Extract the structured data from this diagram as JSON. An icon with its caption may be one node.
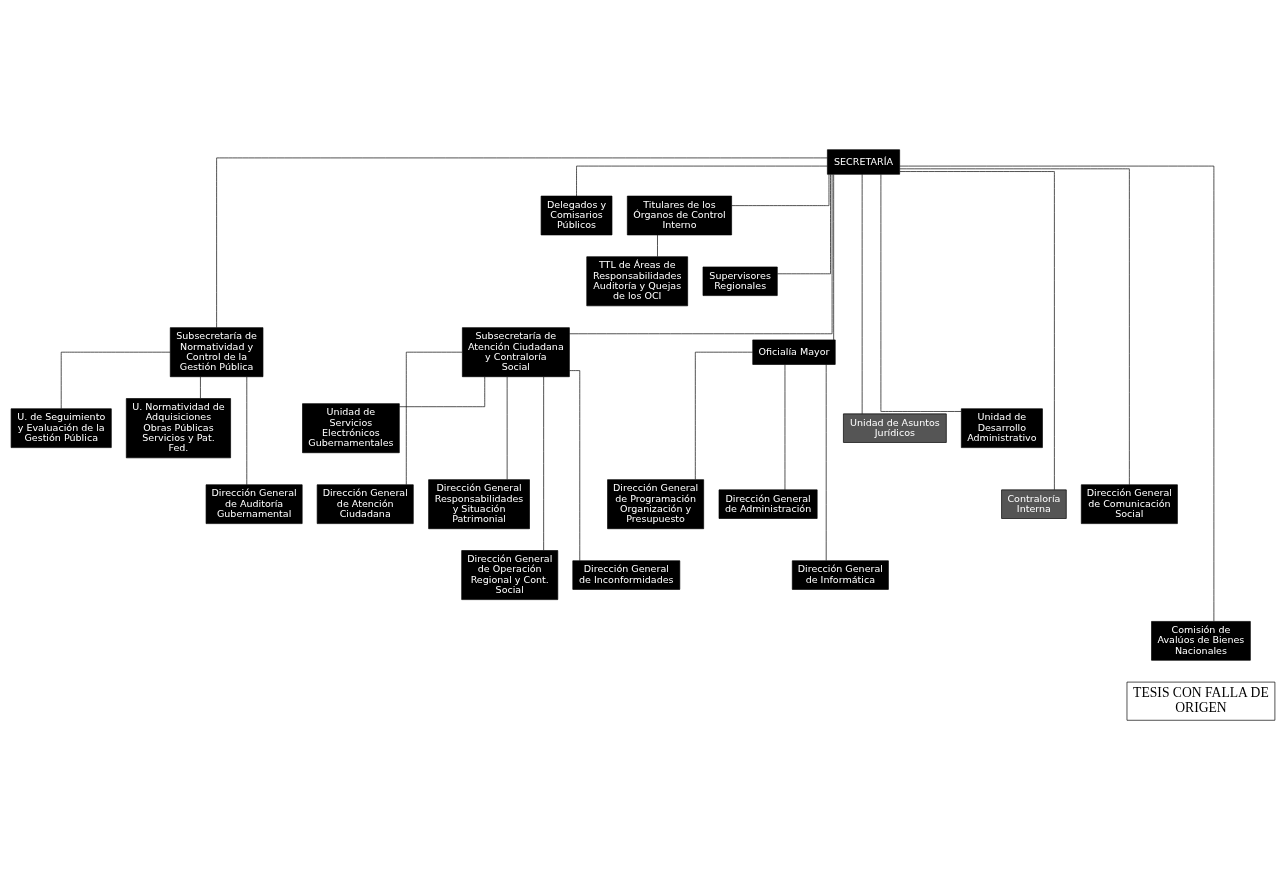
{
  "diagram": {
    "nodes": [
      {
        "text": [
          "SECRETARÍA"
        ]
      },
      {
        "text": [
          "Delegados y Comisarios Públicos"
        ]
      },
      {
        "text": [
          "Titulares de los Órganos de Control Interno"
        ]
      },
      {
        "text": [
          "Supervisores Regionales"
        ]
      },
      {
        "text": [
          "TTL de Áreas de Responsabilidades Auditoría y Quejas de los OCI"
        ]
      },
      {
        "text": [
          "Subsecretaría de Normatividad y Control de la Gestión Pública"
        ]
      },
      {
        "text": [
          "Subsecretaría de Atención Ciudadana y Contraloría Social"
        ]
      },
      {
        "text": [
          "Oficialía Mayor"
        ]
      },
      {
        "text": [
          "Unidad de Asuntos Jurídicos"
        ]
      },
      {
        "text": [
          "Unidad de Desarrollo Administrativo"
        ]
      },
      {
        "text": [
          "U. de Seguimiento y Evaluación de la Gestión Pública"
        ]
      },
      {
        "text": [
          "U. Normatividad de Adquisiciones Obras Públicas Servicios y Pat. Fed."
        ]
      },
      {
        "text": [
          "Unidad de Servicios Electrónicos Gubernamentales"
        ]
      },
      {
        "text": [
          "Contraloría Interna"
        ]
      },
      {
        "text": [
          "Dirección General de Comunicación Social"
        ]
      },
      {
        "text": [
          "Dirección General de Auditoría Gubernamental"
        ]
      },
      {
        "text": [
          "Dirección General de Atención Ciudadana"
        ]
      },
      {
        "text": [
          "Dirección General Responsabilidades y Situación Patrimonial"
        ]
      },
      {
        "text": [
          "Dirección General de Programación Organización y Presupuesto"
        ]
      },
      {
        "text": [
          "Dirección General de Administración"
        ]
      },
      {
        "text": [
          "Dirección General de Operación Regional y Cont. Social"
        ]
      },
      {
        "text": [
          "Dirección General de Inconformidades"
        ]
      },
      {
        "text": [
          "Dirección General de Informática"
        ]
      },
      {
        "text": [
          "Comisión de Avalúos de Bienes Nacionales"
        ]
      }
    ],
    "edges": [
      {
        "from": 0,
        "to": 1,
        "arrow": "none"
      },
      {
        "from": 0,
        "to": 2,
        "arrow": "none"
      },
      {
        "from": 0,
        "to": 3,
        "arrow": "none"
      },
      {
        "from": 2,
        "to": 4,
        "arrow": "none"
      },
      {
        "from": 0,
        "to": 5,
        "arrow": "none"
      },
      {
        "from": 0,
        "to": 6,
        "arrow": "none"
      },
      {
        "from": 0,
        "to": 7,
        "arrow": "none"
      },
      {
        "from": 0,
        "to": 8,
        "arrow": "none"
      },
      {
        "from": 0,
        "to": 9,
        "arrow": "none"
      },
      {
        "from": 0,
        "to": 13,
        "arrow": "none"
      },
      {
        "from": 0,
        "to": 14,
        "arrow": "none"
      },
      {
        "from": 5,
        "to": 10,
        "arrow": "none"
      },
      {
        "from": 5,
        "to": 11,
        "arrow": "none"
      },
      {
        "from": 5,
        "to": 15,
        "arrow": "none"
      },
      {
        "from": 6,
        "to": 12,
        "arrow": "none"
      },
      {
        "from": 6,
        "to": 16,
        "arrow": "none"
      },
      {
        "from": 6,
        "to": 17,
        "arrow": "none"
      },
      {
        "from": 6,
        "to": 20,
        "arrow": "none"
      },
      {
        "from": 6,
        "to": 21,
        "arrow": "none"
      },
      {
        "from": 7,
        "to": 18,
        "arrow": "none"
      },
      {
        "from": 7,
        "to": 19,
        "arrow": "none"
      },
      {
        "from": 7,
        "to": 22,
        "arrow": "none"
      },
      {
        "from": 0,
        "to": 23,
        "arrow": "none"
      }
    ],
    "labels": [
      "TESIS CON FALLA DE ORIGEN"
    ]
  }
}
